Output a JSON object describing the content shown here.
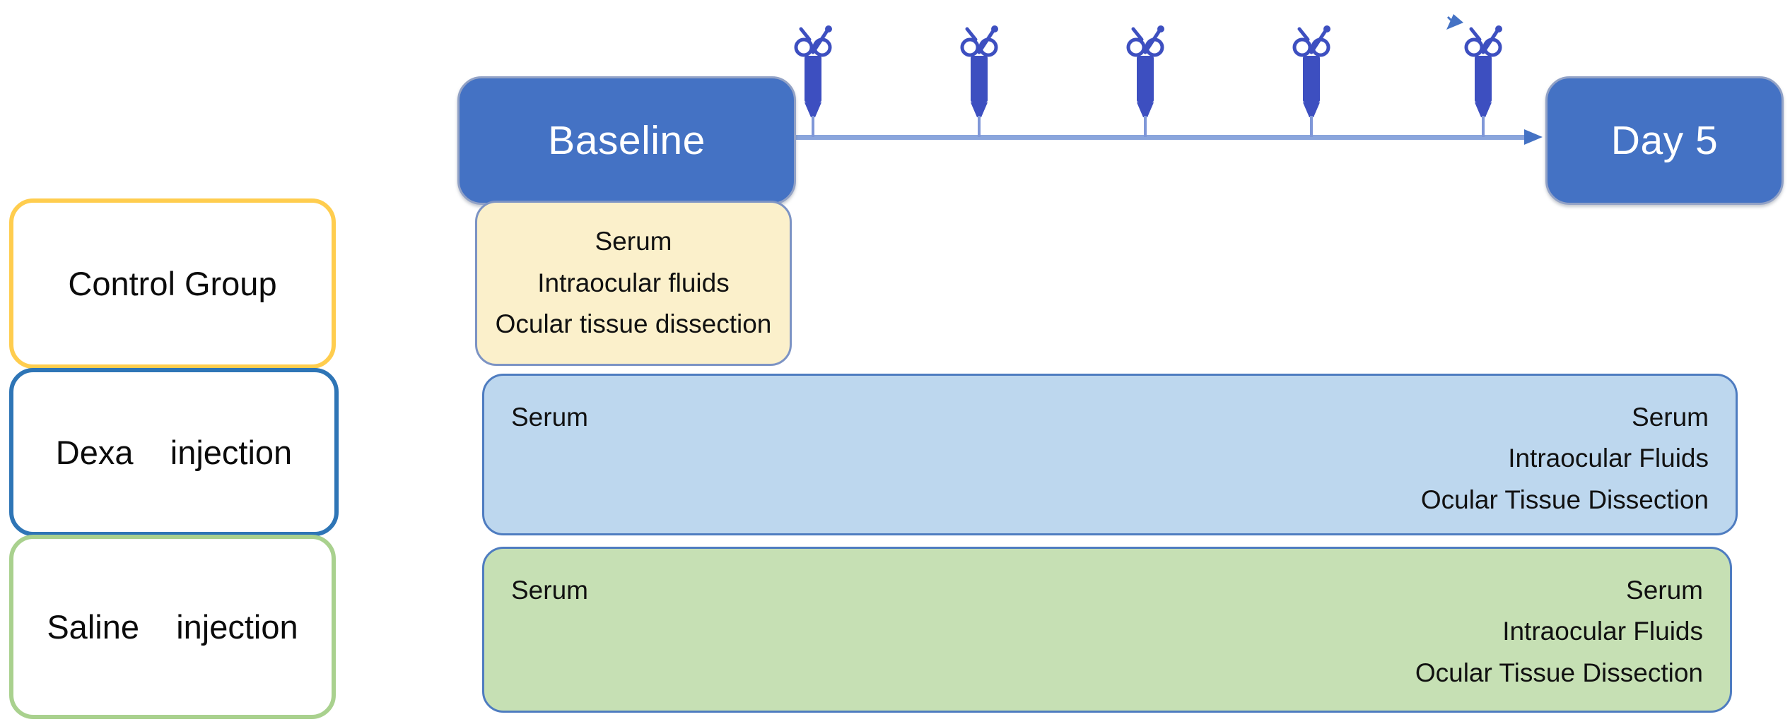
{
  "timeline": {
    "start_label": "Baseline",
    "end_label": "Day 5",
    "injection_count": 5
  },
  "groups": {
    "control": {
      "label": "Control Group"
    },
    "dexa": {
      "label": "Dexa    injection"
    },
    "saline": {
      "label": "Saline    injection"
    }
  },
  "samples": {
    "control_baseline": {
      "lines": [
        "Serum",
        "Intraocular fluids",
        "Ocular tissue dissection"
      ]
    },
    "dexa": {
      "baseline_text": "Serum",
      "day5_lines": [
        "Serum",
        "Intraocular Fluids",
        "Ocular Tissue Dissection"
      ]
    },
    "saline": {
      "baseline_text": "Serum",
      "day5_lines": [
        "Serum",
        "Intraocular Fluids",
        "Ocular Tissue Dissection"
      ]
    }
  },
  "icons": {
    "injection": "syringe-icon",
    "pointer": "cursor-arrow-icon"
  },
  "colors": {
    "node_blue": "#4472C4",
    "timeline_blue": "#8AA5DC",
    "syringe_indigo": "#3D4FC0",
    "control_border_yellow": "#FFCD4E",
    "dexa_border_blue": "#2E75B6",
    "saline_border_green": "#A9D18E",
    "control_sample_fill": "#FBF0CB",
    "dexa_sample_fill": "#BDD7EE",
    "saline_sample_fill": "#C6E0B4"
  }
}
